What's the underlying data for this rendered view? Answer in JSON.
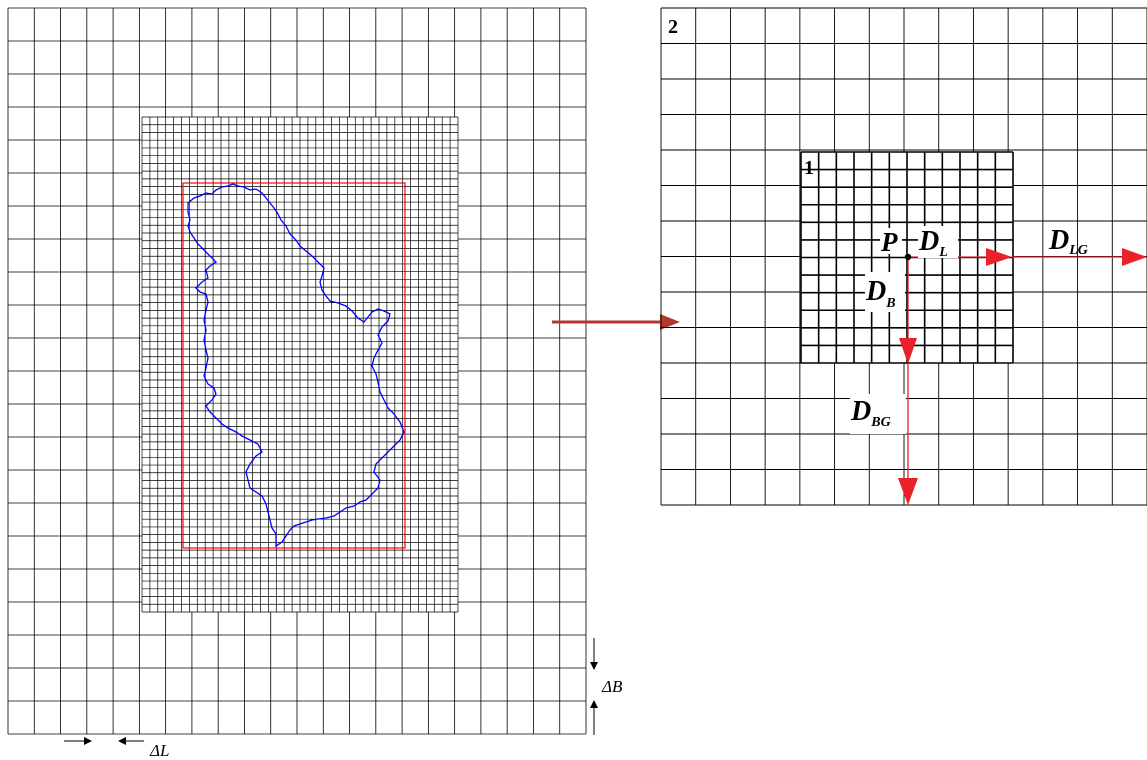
{
  "left_panel": {
    "delta_b_label": "ΔB",
    "delta_l_label": "ΔL",
    "coarse_grid_color": "#000000",
    "fine_grid_color": "#000000",
    "bbox_color": "#ff0000",
    "border_color": "#0000ff"
  },
  "connector": {
    "arrow_color": "#b03a2e"
  },
  "right_panel": {
    "label_outer_grid": "2",
    "label_inner_grid": "1",
    "point_label": "P",
    "dl_label_main": "D",
    "dl_label_sub": "L",
    "dlg_label_main": "D",
    "dlg_label_sub": "LG",
    "db_label_main": "D",
    "db_label_sub": "B",
    "dbg_label_main": "D",
    "dbg_label_sub": "BG",
    "arrow_color": "#e8212b"
  }
}
